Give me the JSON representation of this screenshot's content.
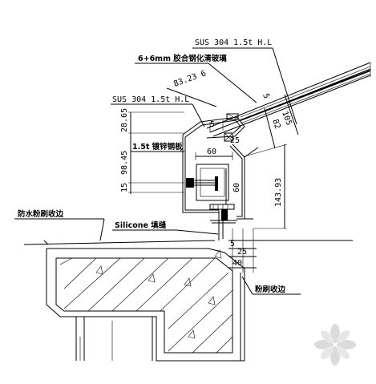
{
  "labels": {
    "sus_top": "SUS 304 1.5t H.L",
    "glass": "6+6mm 胶合钢化清玻璃",
    "sus_left": "SUS 304 1.5t H.L",
    "galv_plate": "1.5t 镀锌钢板",
    "waterproof": "防水粉刷收边",
    "silicone": "Silicone 填缝",
    "plaster_edge": "粉刷收边"
  },
  "dimensions": {
    "d_83_23": "83.23",
    "d_6": "6",
    "d_5a": "5",
    "d_5b": "5",
    "d_105": "105",
    "d_82": "82",
    "d_28_65": "28.65",
    "d_98_45": "98.45",
    "d_15": "15",
    "d_60_top": "60",
    "d_60_right": "60",
    "d_25": "25",
    "d_143_93": "143.93",
    "d_5c": "5",
    "d_25b": "25",
    "d_40": "40"
  }
}
